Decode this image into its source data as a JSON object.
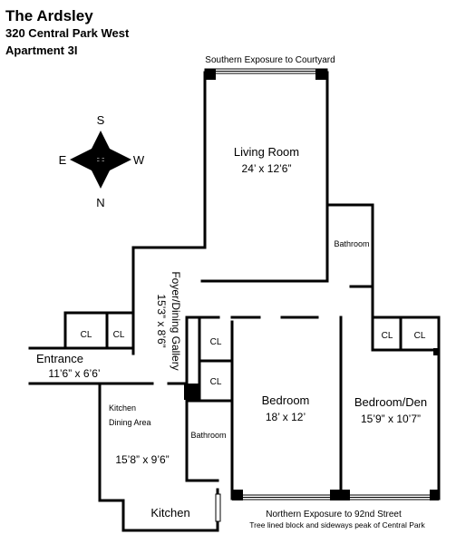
{
  "header": {
    "building": "The Ardsley",
    "address": "320 Central Park West",
    "apartment": "Apartment 3I"
  },
  "compass": {
    "north": "N",
    "south": "S",
    "east": "E",
    "west": "W"
  },
  "exposures": {
    "south": "Southern Exposure to Courtyard",
    "north": "Northern Exposure to 92nd Street",
    "north_note": "Tree lined block and sideways peak of Central Park"
  },
  "rooms": {
    "living_room": {
      "name": "Living Room",
      "dims": "24’ x 12’6”"
    },
    "bathroom_top": {
      "name": "Bathroom"
    },
    "foyer": {
      "name": "Foyer/Dining Gallery",
      "dims": "15’3” x 8’6”"
    },
    "closet_label": "CL",
    "entrance": {
      "name": "Entrance",
      "dims": "11’6” x 6’6’"
    },
    "kitchen_dining": {
      "line1": "Kitchen",
      "line2": "Dining Area",
      "dims": "15’8” x 9’6”"
    },
    "bathroom_mid": {
      "name": "Bathroom"
    },
    "bedroom": {
      "name": "Bedroom",
      "dims": "18’ x 12’"
    },
    "bedroom_den": {
      "name": "Bedroom/Den",
      "dims": "15’9” x 10’7”"
    },
    "kitchen": {
      "name": "Kitchen"
    }
  }
}
